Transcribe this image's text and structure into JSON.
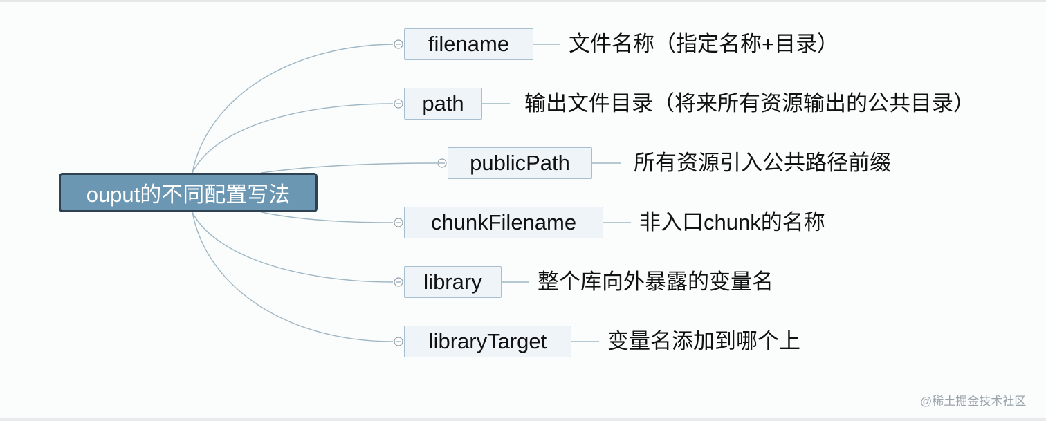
{
  "root": {
    "label": "ouput的不同配置写法"
  },
  "branches": [
    {
      "key": "filename",
      "desc": "文件名称（指定名称+目录）"
    },
    {
      "key": "path",
      "desc": "输出文件目录（将来所有资源输出的公共目录）"
    },
    {
      "key": "publicPath",
      "desc": "所有资源引入公共路径前缀"
    },
    {
      "key": "chunkFilename",
      "desc": "非入口chunk的名称"
    },
    {
      "key": "library",
      "desc": "整个库向外暴露的变量名"
    },
    {
      "key": "libraryTarget",
      "desc": "变量名添加到哪个上"
    }
  ],
  "watermark": "@稀土掘金技术社区",
  "colors": {
    "root_fill": "#6c97b3",
    "root_border": "#2f4251",
    "node_fill": "#eef4f8",
    "node_border": "#a7bfce",
    "connector": "#9fb7c4"
  }
}
